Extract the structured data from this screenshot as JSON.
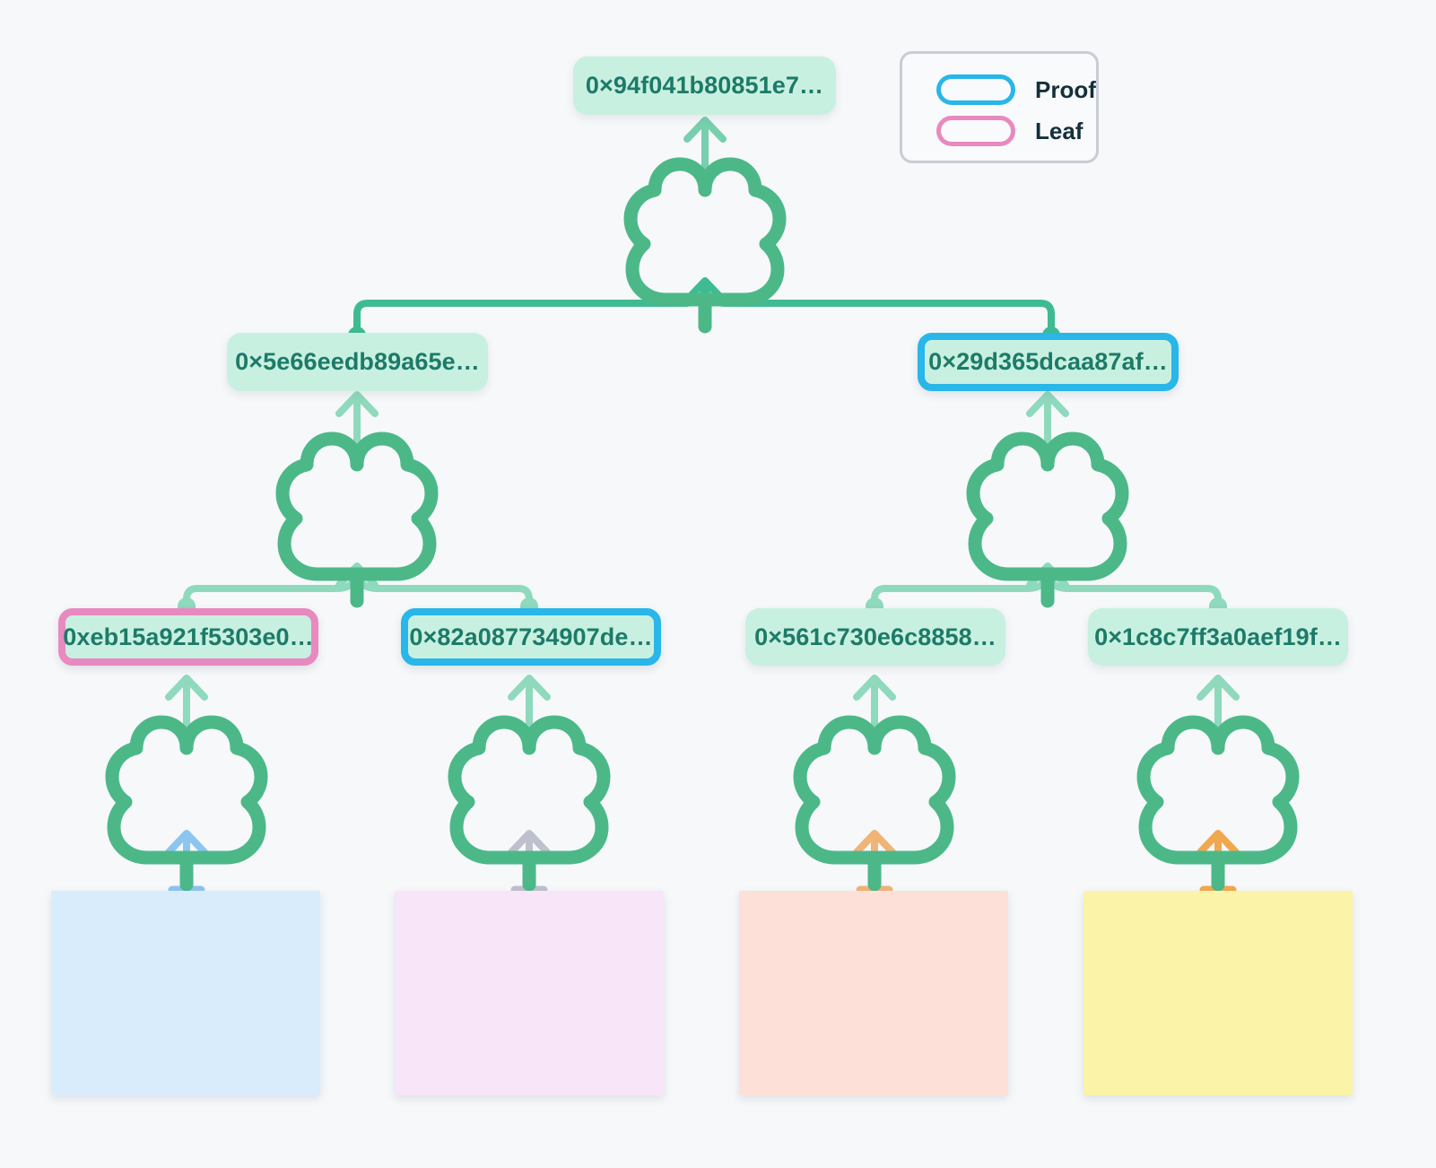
{
  "diagram": {
    "title": "merkle-tree-proof-visualization",
    "background_color": "#f6f8fa"
  },
  "legend": {
    "items": [
      {
        "label": "Proof",
        "color": "#29b6e8",
        "icon": "rounded-rect-outline"
      },
      {
        "label": "Leaf",
        "color": "#e889c0",
        "icon": "rounded-rect-outline"
      }
    ]
  },
  "nodes": {
    "root": {
      "label": "0×94f041b80851e7…",
      "style": "plain",
      "level": 0
    },
    "mid_left": {
      "label": "0×5e66eedb89a65e…",
      "style": "plain",
      "level": 1
    },
    "mid_right": {
      "label": "0×29d365dcaa87af…",
      "style": "proof",
      "level": 1
    },
    "leaf_1": {
      "label": "0xeb15a921f5303e0…",
      "style": "leaf",
      "level": 2
    },
    "leaf_2": {
      "label": "0×82a087734907de…",
      "style": "proof",
      "level": 2
    },
    "leaf_3": {
      "label": "0×561c730e6c8858…",
      "style": "plain",
      "level": 2
    },
    "leaf_4": {
      "label": "0×1c8c7ff3a0aef19f…",
      "style": "plain",
      "level": 2
    }
  },
  "blocks": [
    {
      "name": "data-block-1",
      "color": "#d9ecfb",
      "arrow_color": "#8cc5ef"
    },
    {
      "name": "data-block-2",
      "color": "#f8e5f7",
      "arrow_color": "#bfc0cd"
    },
    {
      "name": "data-block-3",
      "color": "#fde0d8",
      "arrow_color": "#f0b477"
    },
    {
      "name": "data-block-4",
      "color": "#fbf3a8",
      "arrow_color": "#f0a84f"
    }
  ],
  "hash_icons": {
    "name": "tree-icon",
    "count": 7,
    "color": "#4cb888"
  },
  "colors": {
    "node_fill": "#c8f0e0",
    "node_text": "#1d7a68",
    "proof_border": "#29b6e8",
    "leaf_border": "#e889c0",
    "connector_dark": "#3fbb92",
    "connector_light": "#8fd9bd",
    "legend_border": "#c9ccd4"
  }
}
